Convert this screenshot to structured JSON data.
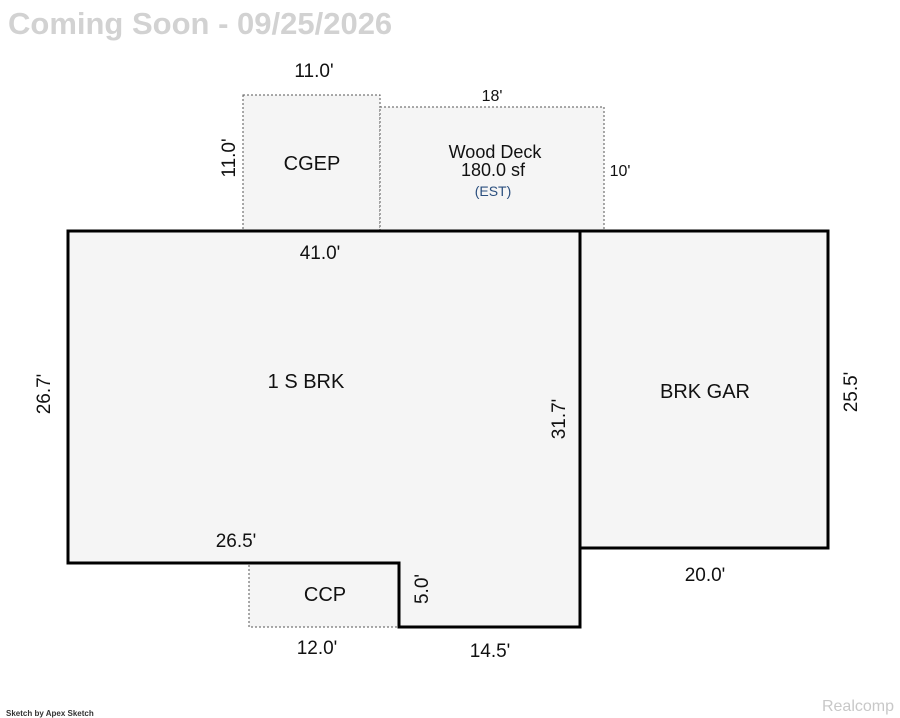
{
  "watermark": "Coming Soon - 09/25/2026",
  "footer": {
    "credit": "Sketch by Apex Sketch",
    "brand": "Realcomp"
  },
  "rooms": {
    "cgep": "CGEP",
    "wood_deck_name": "Wood Deck",
    "wood_deck_area": "180.0 sf",
    "wood_deck_note": "(EST)",
    "main": "1 S BRK",
    "garage": "BRK GAR",
    "ccp": "CCP"
  },
  "dimensions": {
    "cgep_width": "11.0'",
    "cgep_height": "11.0'",
    "deck_width": "18'",
    "deck_height": "10'",
    "main_top": "41.0'",
    "main_left": "26.7'",
    "main_right": "31.7'",
    "main_bottom": "26.5'",
    "main_notch_bottom": "14.5'",
    "notch_height": "5.0'",
    "ccp_width": "12.0'",
    "garage_right": "25.5'",
    "garage_bottom": "20.0'"
  }
}
